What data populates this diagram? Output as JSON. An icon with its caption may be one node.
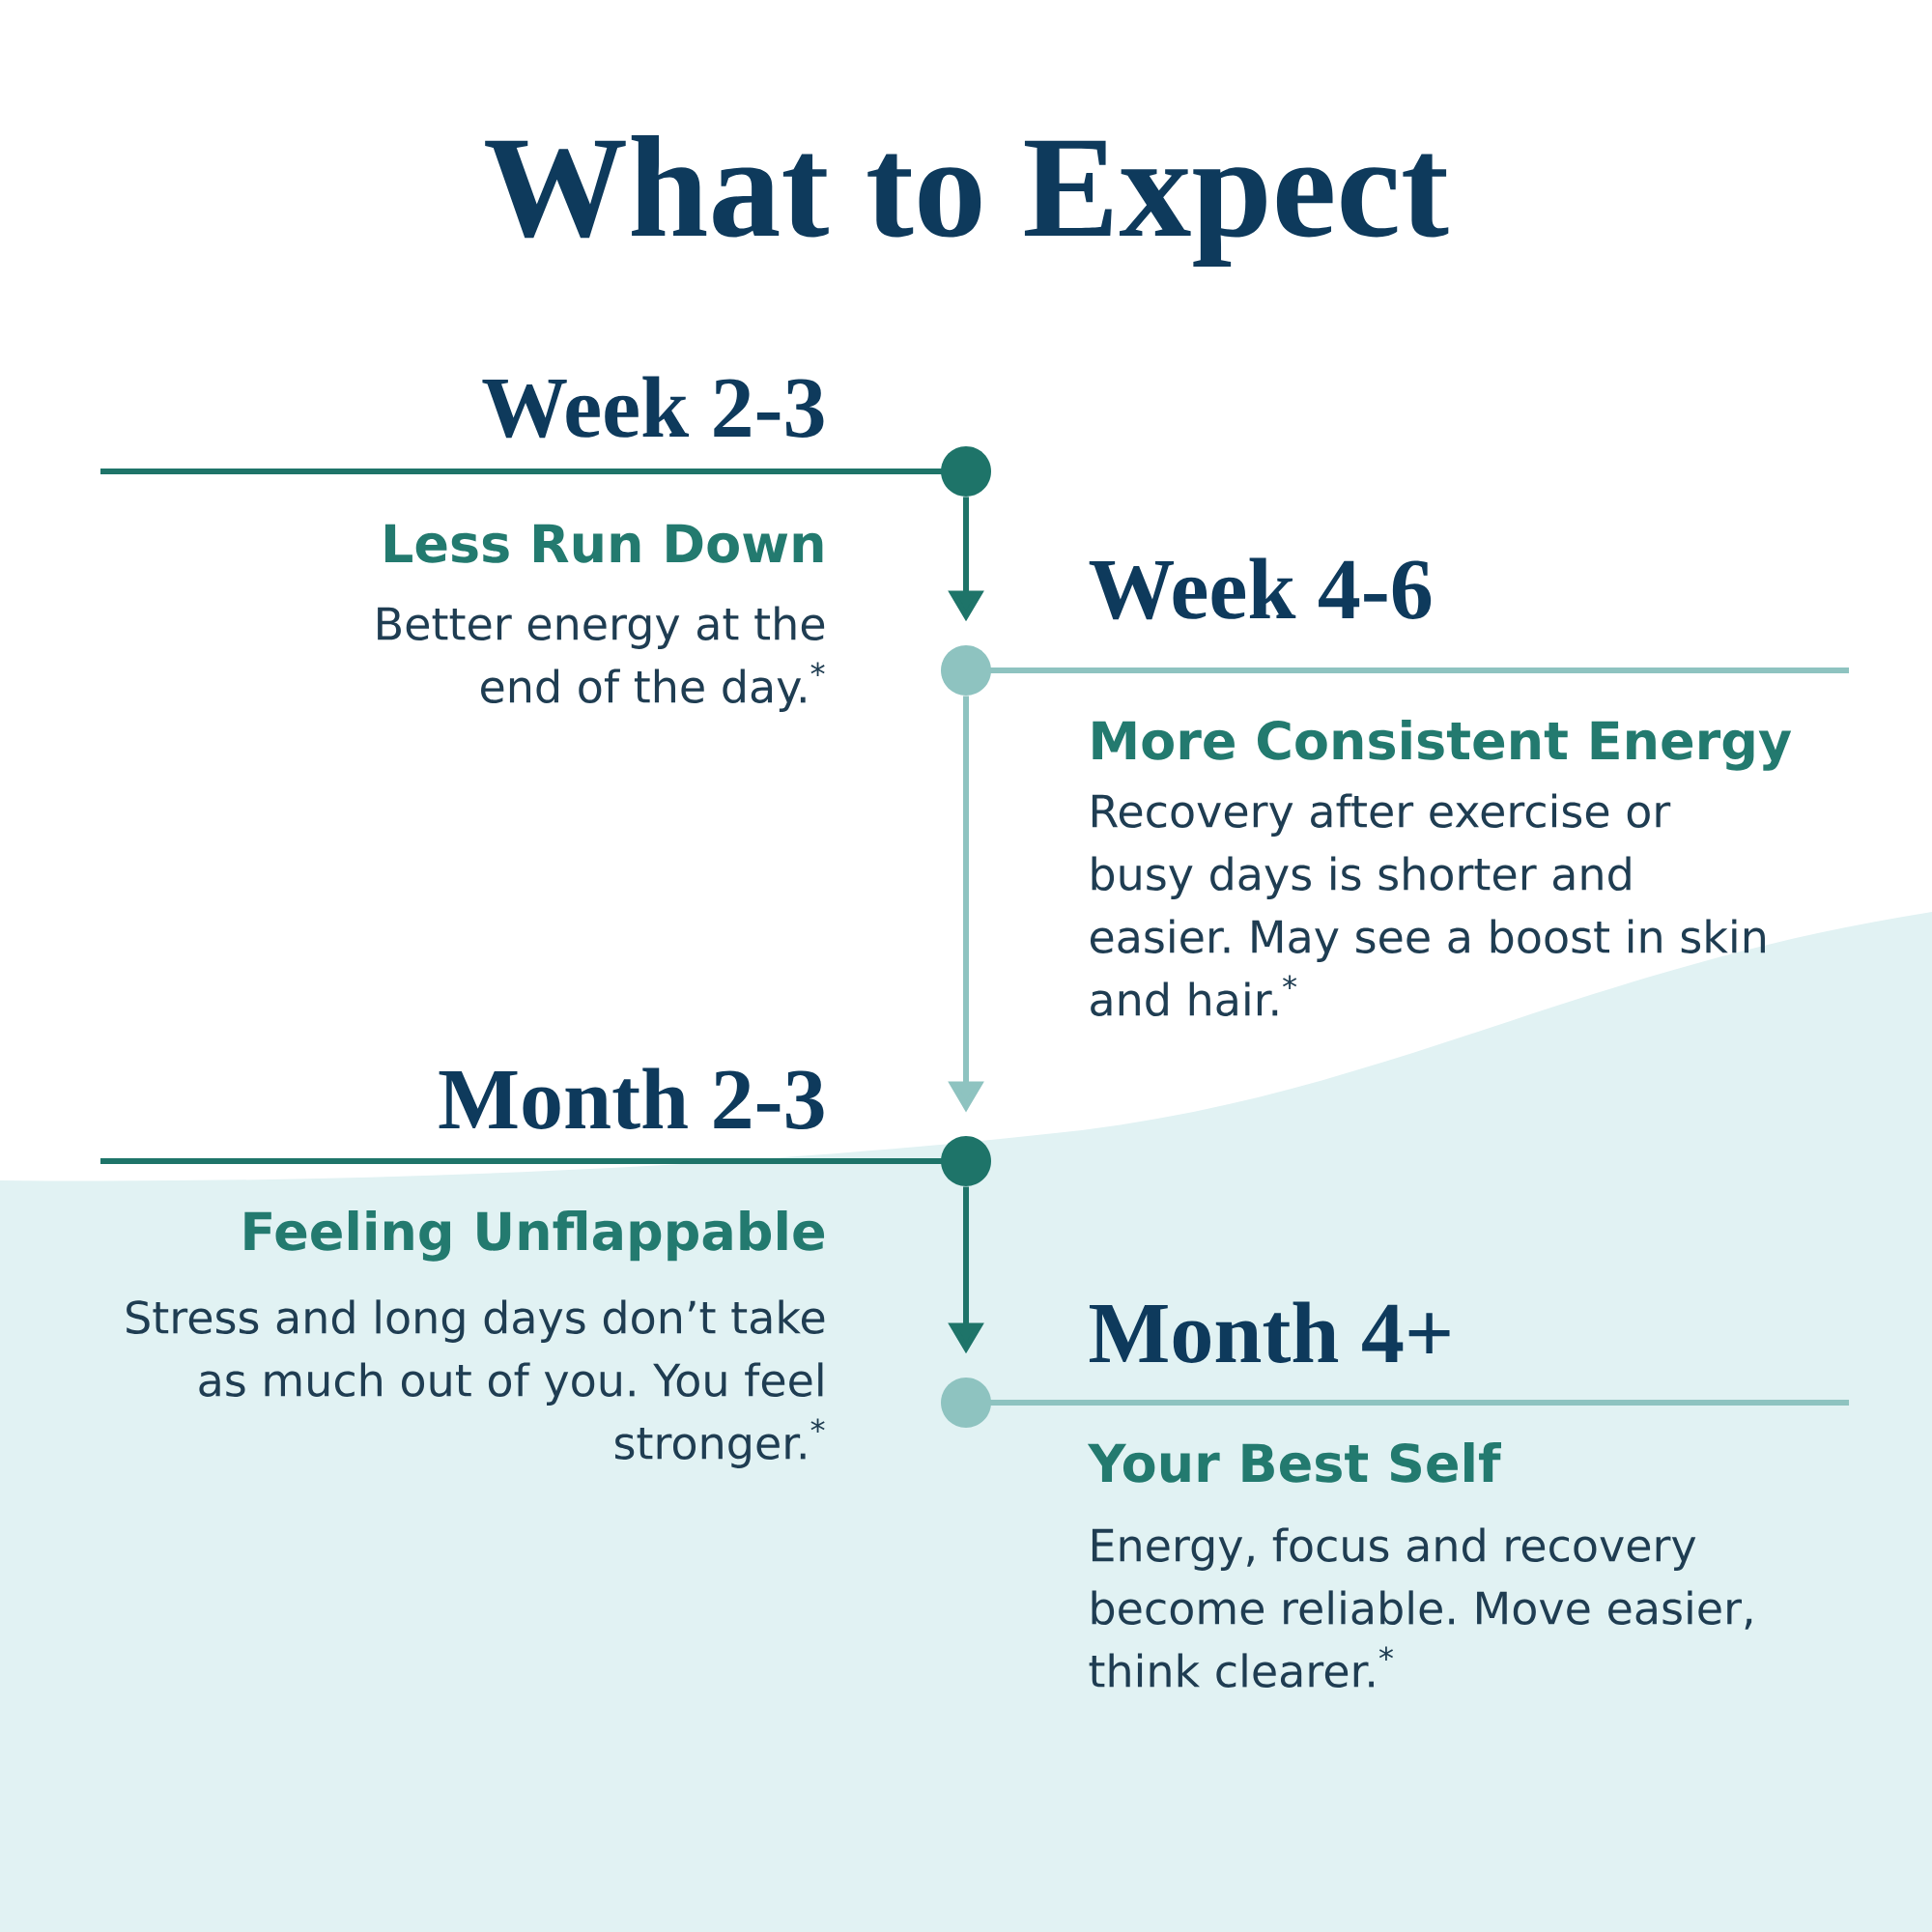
{
  "diagram": {
    "title": "What to Expect",
    "nodes": [
      {
        "text": [],
        "shape": "circle",
        "beside": [
          "Week 2-3",
          "Less Run Down",
          "Better energy at the end of the day.$^{*}$"
        ]
      },
      {
        "text": [],
        "shape": "circle",
        "beside": [
          "Week 4-6",
          "More Consistent Energy",
          "Recovery after exercise or busy days is shorter and easier. May see a boost in skin and hair.$^{*}$"
        ]
      },
      {
        "text": [],
        "shape": "circle",
        "beside": [
          "Month 2-3",
          "Feeling Unflappable",
          "Stress and long days don’t take as much out of you. You feel stronger.$^{*}$"
        ]
      },
      {
        "text": [],
        "shape": "circle",
        "beside": [
          "Month 4+",
          "Your Best Self",
          "Energy, focus and recovery become reliable. Move easier, think clearer.$^{*}$"
        ]
      }
    ],
    "edges": [
      {
        "from": 0,
        "to": 1,
        "arrow": "to"
      },
      {
        "from": 1,
        "to": 2,
        "arrow": "to",
        "color": "#8ec3c0"
      },
      {
        "from": 2,
        "to": 3,
        "arrow": "to"
      }
    ]
  }
}
